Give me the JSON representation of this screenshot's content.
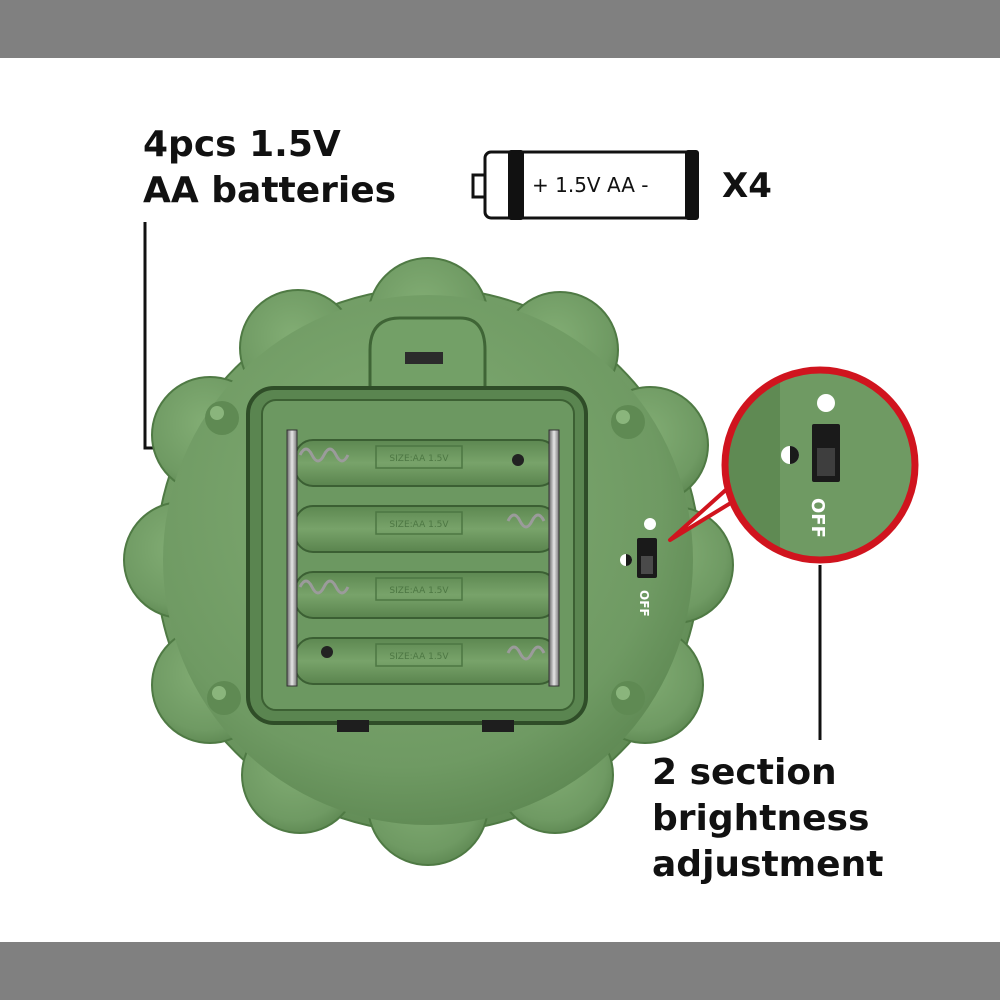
{
  "labels": {
    "batteries_line1": "4pcs 1.5V",
    "batteries_line2": "AA batteries",
    "battery_icon_text": "+ 1.5V AA  -",
    "multiplier": "X4",
    "brightness_line1": "2 section",
    "brightness_line2": "brightness",
    "brightness_line3": "adjustment",
    "switch_off": "OFF",
    "zoom_switch_off": "OFF",
    "compartment_marking": "SIZE:AA 1.5V"
  },
  "colors": {
    "band": "#808080",
    "device_green": "#6f9a63",
    "device_dark": "#4f7a44",
    "callout_red": "#d0141e",
    "text": "#111111"
  },
  "icons": {
    "battery": "aa-battery-icon",
    "switch": "slide-switch-icon",
    "sun": "sun-full-icon",
    "half_moon": "half-brightness-icon"
  }
}
